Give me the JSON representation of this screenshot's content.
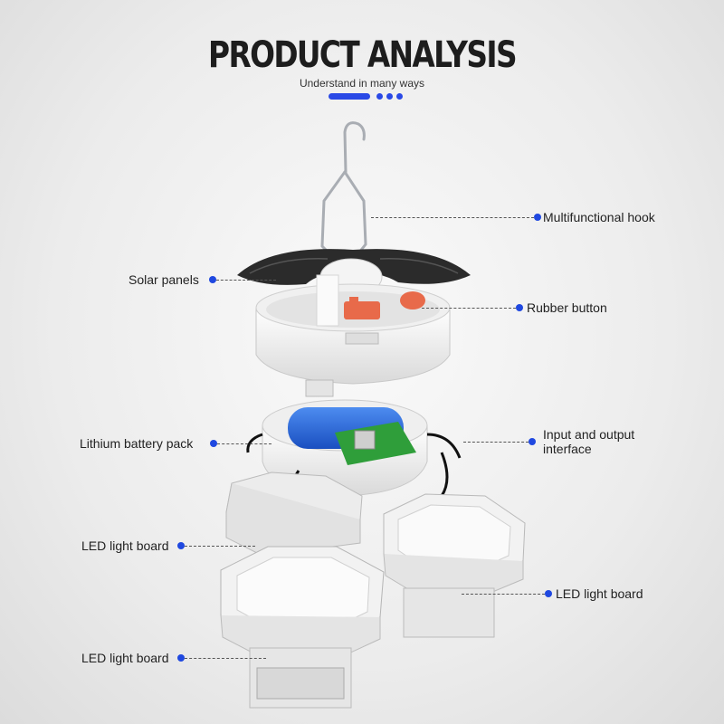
{
  "header": {
    "title": "PRODUCT ANALYSIS",
    "subtitle": "Understand in many ways"
  },
  "colors": {
    "accent": "#2a49e6",
    "marker": "#1f48e0",
    "battery": "#1e63d8",
    "pcb": "#2f9e3a",
    "button": "#e86a4a",
    "solar": "#2b2b2b"
  },
  "callouts": {
    "hook": "Multifunctional hook",
    "solar": "Solar panels",
    "button": "Rubber button",
    "battery": "Lithium battery pack",
    "io_line1": "Input and output",
    "io_line2": "interface",
    "led_left": "LED light board",
    "led_right": "LED light board",
    "led_bottom": "LED light board"
  }
}
